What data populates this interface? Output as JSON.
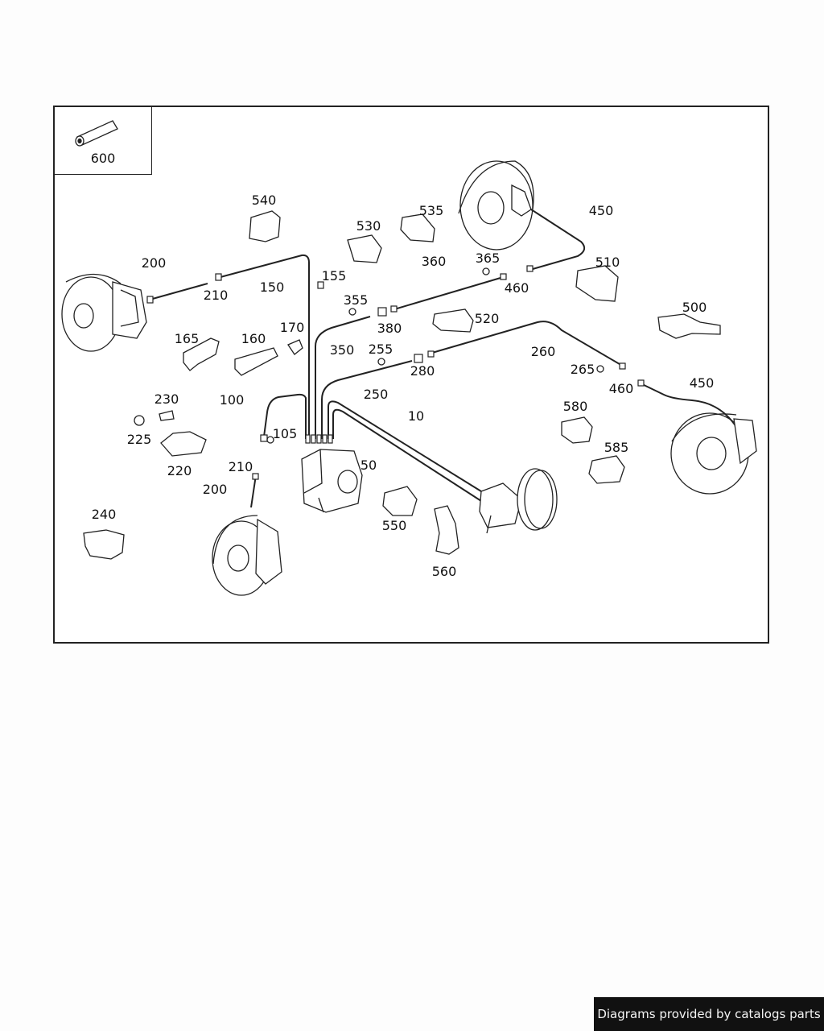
{
  "diagram": {
    "inset_label": "600",
    "callouts": [
      {
        "id": "c600",
        "text": "600"
      },
      {
        "id": "c540",
        "text": "540"
      },
      {
        "id": "c530",
        "text": "530"
      },
      {
        "id": "c535",
        "text": "535"
      },
      {
        "id": "c450a",
        "text": "450"
      },
      {
        "id": "c200a",
        "text": "200"
      },
      {
        "id": "c210a",
        "text": "210"
      },
      {
        "id": "c150",
        "text": "150"
      },
      {
        "id": "c155",
        "text": "155"
      },
      {
        "id": "c360",
        "text": "360"
      },
      {
        "id": "c365",
        "text": "365"
      },
      {
        "id": "c460a",
        "text": "460"
      },
      {
        "id": "c510",
        "text": "510"
      },
      {
        "id": "c355",
        "text": "355"
      },
      {
        "id": "c380",
        "text": "380"
      },
      {
        "id": "c500",
        "text": "500"
      },
      {
        "id": "c520",
        "text": "520"
      },
      {
        "id": "c165",
        "text": "165"
      },
      {
        "id": "c160",
        "text": "160"
      },
      {
        "id": "c170",
        "text": "170"
      },
      {
        "id": "c350",
        "text": "350"
      },
      {
        "id": "c255",
        "text": "255"
      },
      {
        "id": "c260",
        "text": "260"
      },
      {
        "id": "c280",
        "text": "280"
      },
      {
        "id": "c265",
        "text": "265"
      },
      {
        "id": "c460b",
        "text": "460"
      },
      {
        "id": "c450b",
        "text": "450"
      },
      {
        "id": "c250",
        "text": "250"
      },
      {
        "id": "c230",
        "text": "230"
      },
      {
        "id": "c100",
        "text": "100"
      },
      {
        "id": "c10",
        "text": "10"
      },
      {
        "id": "c580",
        "text": "580"
      },
      {
        "id": "c225",
        "text": "225"
      },
      {
        "id": "c105",
        "text": "105"
      },
      {
        "id": "c220",
        "text": "220"
      },
      {
        "id": "c50",
        "text": "50"
      },
      {
        "id": "c585",
        "text": "585"
      },
      {
        "id": "c210b",
        "text": "210"
      },
      {
        "id": "c200b",
        "text": "200"
      },
      {
        "id": "c240",
        "text": "240"
      },
      {
        "id": "c550",
        "text": "550"
      },
      {
        "id": "c560",
        "text": "560"
      }
    ]
  },
  "footer": {
    "credit": "Diagrams provided by catalogs parts"
  }
}
